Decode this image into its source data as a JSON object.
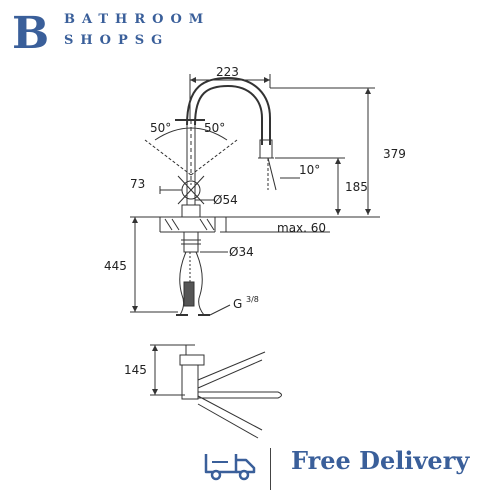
{
  "brand": {
    "letter": "B",
    "line1": "BATHROOM",
    "line2": "SHOPSG",
    "color": "#3a5f9a"
  },
  "dimensions": {
    "width_top": "223",
    "angle_left": "50°",
    "angle_right": "50°",
    "height_total": "379",
    "spray_angle": "10°",
    "spout_height": "185",
    "offset": "73",
    "base_diameter": "Ø54",
    "max_thickness": "max. 60",
    "hole_diameter": "Ø34",
    "hose_length": "445",
    "thread": "G",
    "thread_fraction": "3/8",
    "lever_height": "145"
  },
  "footer": {
    "delivery_text": "Free Delivery",
    "truck_icon": "truck-icon"
  }
}
